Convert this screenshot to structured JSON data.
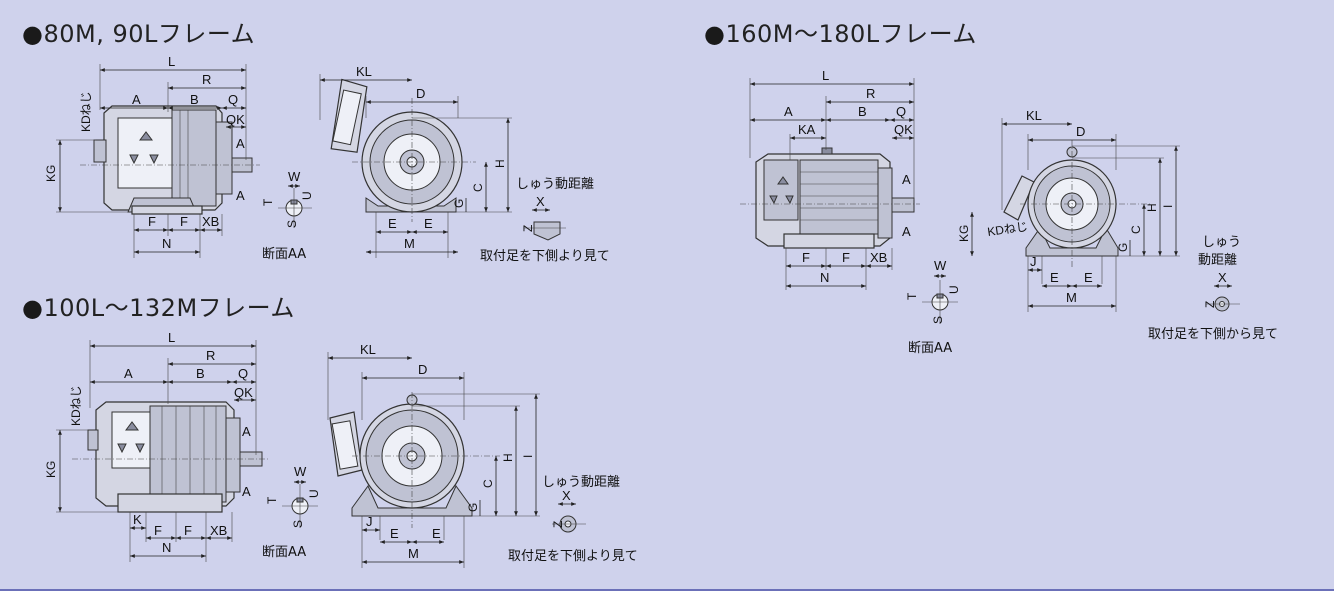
{
  "sections": [
    {
      "title": "80M, 90Lフレーム"
    },
    {
      "title": "100L〜132Mフレーム"
    },
    {
      "title": "160M〜180Lフレーム"
    }
  ],
  "bullet": "●",
  "captions": {
    "shaft_section": "断面AA",
    "view_bottom_yori": "取付足を下側より見て",
    "view_bottom_kara": "取付足を下側から見て",
    "shudo_kyori": "しゅう動距離",
    "shudo_line1": "しゅう",
    "shudo_line2": "動距離",
    "kd_screw": "KDねじ"
  },
  "dims": {
    "L": "L",
    "R": "R",
    "A": "A",
    "B": "B",
    "Q": "Q",
    "QK": "QK",
    "KG": "KG",
    "KL": "KL",
    "KA": "KA",
    "D": "D",
    "H": "H",
    "I": "I",
    "C": "C",
    "G": "G",
    "E": "E",
    "M": "M",
    "F": "F",
    "N": "N",
    "XB": "XB",
    "K": "K",
    "J": "J",
    "W": "W",
    "U": "U",
    "T": "T",
    "S": "S",
    "X": "X",
    "Z": "Z"
  },
  "colors": {
    "background": "#cfd2ec",
    "border": "#6b70b8",
    "ink": "#222222"
  }
}
